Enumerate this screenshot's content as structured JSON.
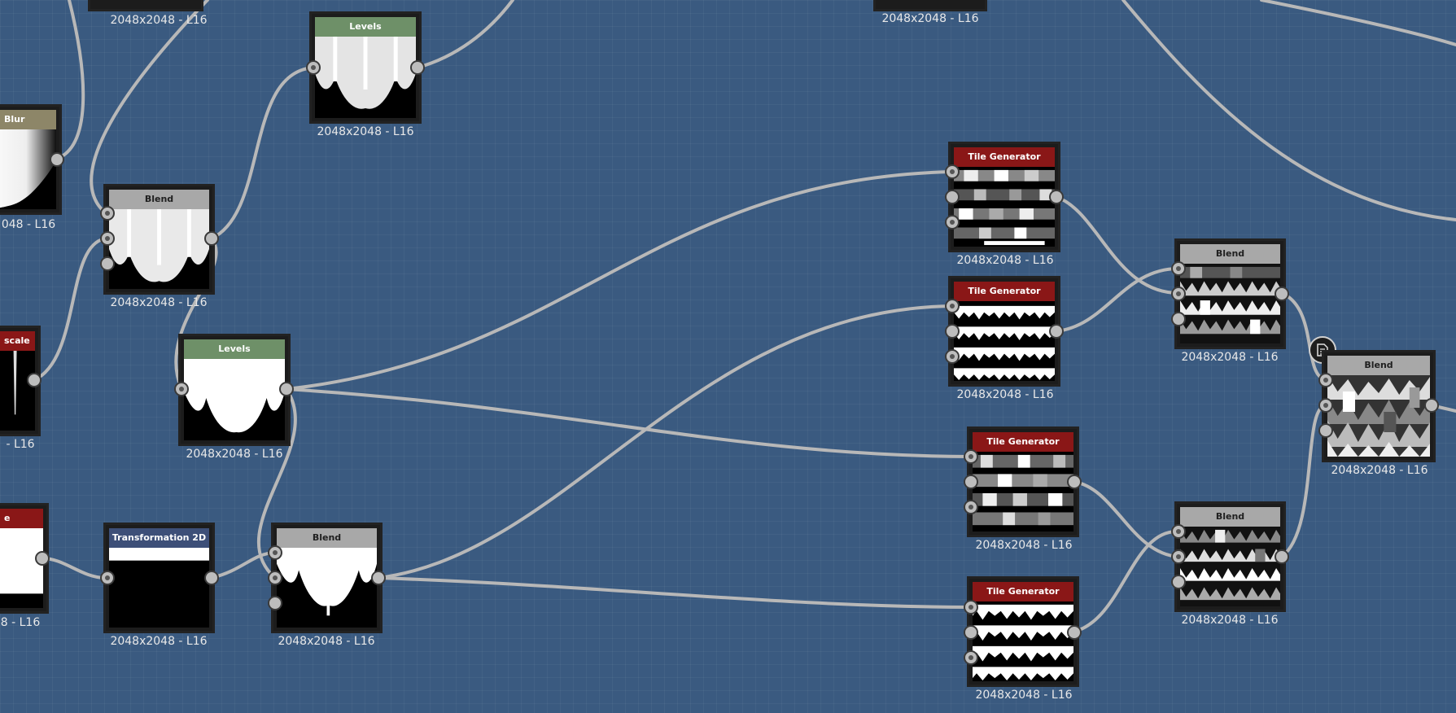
{
  "graph": {
    "nodes": {
      "blur": {
        "title": "Blur",
        "label": "048 - L16"
      },
      "grayscale": {
        "title": "scale",
        "label": "- L16"
      },
      "gradient": {
        "title": "e",
        "label": "8 - L16"
      },
      "blend_a": {
        "title": "Blend",
        "label": "2048x2048 - L16"
      },
      "levels_top": {
        "title": "Levels",
        "label": "2048x2048 - L16"
      },
      "levels_mid": {
        "title": "Levels",
        "label": "2048x2048 - L16"
      },
      "transform": {
        "title": "Transformation 2D",
        "label": "2048x2048 - L16"
      },
      "blend_b": {
        "title": "Blend",
        "label": "2048x2048 - L16"
      },
      "tile_1": {
        "title": "Tile Generator",
        "label": "2048x2048 - L16"
      },
      "tile_2": {
        "title": "Tile Generator",
        "label": "2048x2048 - L16"
      },
      "tile_3": {
        "title": "Tile Generator",
        "label": "2048x2048 - L16"
      },
      "tile_4": {
        "title": "Tile Generator",
        "label": "2048x2048 - L16"
      },
      "blend_c": {
        "title": "Blend",
        "label": "2048x2048 - L16"
      },
      "blend_d": {
        "title": "Blend",
        "label": "2048x2048 - L16"
      },
      "blend_out": {
        "title": "Blend",
        "label": "2048x2048 - L16"
      }
    },
    "offscreen_labels": {
      "top_left": "2048x2048 - L16",
      "top_center": "2048x2048 - L16"
    },
    "badge_icon": "document-icon",
    "colors": {
      "canvas": "#3a5a80",
      "wire": "#b8b8b8",
      "title_blend": "#a8a8a8",
      "title_levels": "#6e9068",
      "title_tile": "#8a1717",
      "title_transform": "#3d4f78"
    }
  }
}
